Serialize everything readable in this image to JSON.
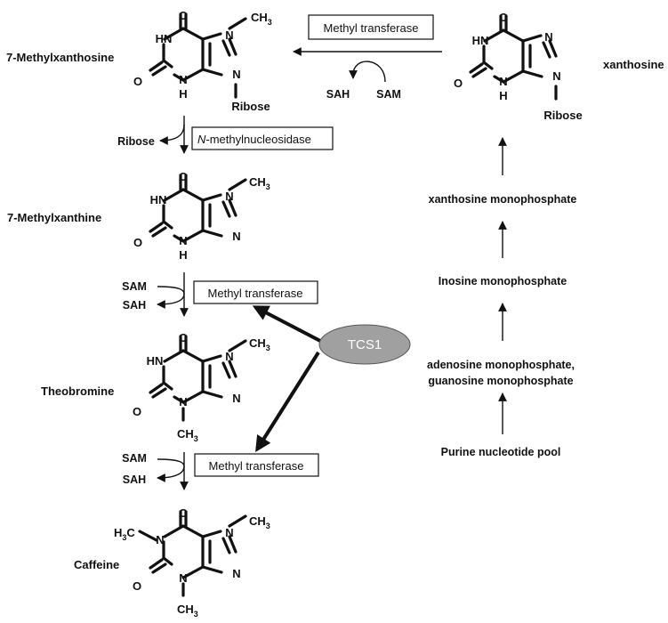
{
  "compounds": {
    "methylxanthosine": "7-Methylxanthosine",
    "xanthosine": "xanthosine",
    "methylxanthine": "7-Methylxanthine",
    "theobromine": "Theobromine",
    "caffeine": "Caffeine"
  },
  "enzymes": {
    "mt_top": "Methyl transferase",
    "nucleosidase_italic": "N",
    "nucleosidase_rest": "-methylnucleosidase",
    "mt_middle": "Methyl transferase",
    "mt_bottom": "Methyl transferase"
  },
  "cofactors": {
    "sah": "SAH",
    "sam": "SAM",
    "ribose": "Ribose"
  },
  "regulator": "TCS1",
  "precursors": {
    "xmp": "xanthosine monophosphate",
    "imp": "Inosine monophosphate",
    "amp_gmp_line1": "adenosine monophosphate,",
    "amp_gmp_line2": "guanosine monophosphate",
    "pool": "Purine nucleotide pool"
  },
  "atoms": {
    "O": "O",
    "HN": "HN",
    "N": "N",
    "H": "H",
    "CH": "CH",
    "three": "3",
    "H3C_H": "H",
    "H3C_C": "C",
    "ribose_sub": "Ribose"
  }
}
